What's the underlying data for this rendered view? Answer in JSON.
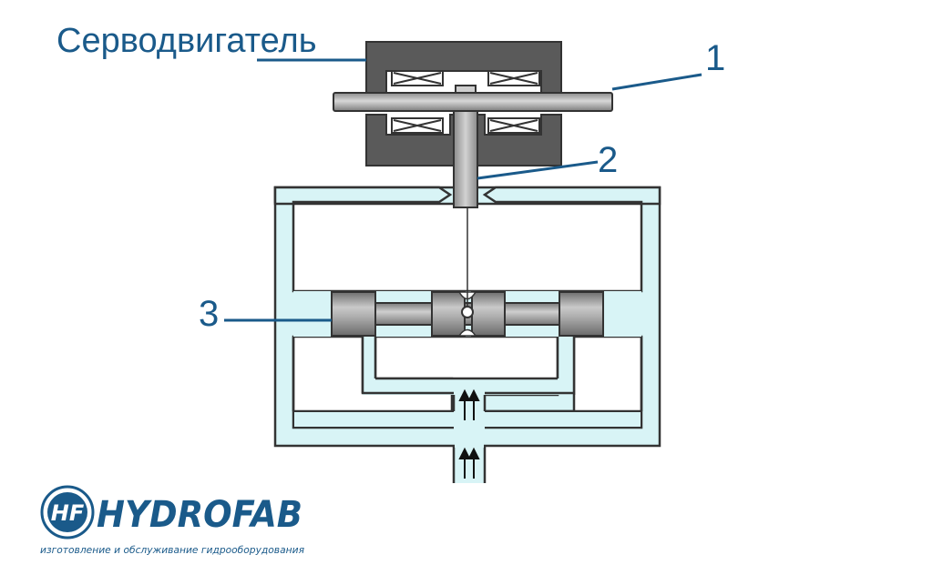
{
  "diagram": {
    "title": "Серводвигатель",
    "callouts": [
      {
        "label": "1"
      },
      {
        "label": "2"
      },
      {
        "label": "3"
      }
    ]
  },
  "logo": {
    "mark": "HF",
    "name": "HYDROFAB",
    "tagline": "изготовление и обслуживание гидрооборудования"
  },
  "colors": {
    "accent": "#1a5a8a",
    "fluid": "#d8f4f6",
    "metal": "#8f8f8f",
    "magnet": "#5a5a5a",
    "outline": "#333333"
  }
}
